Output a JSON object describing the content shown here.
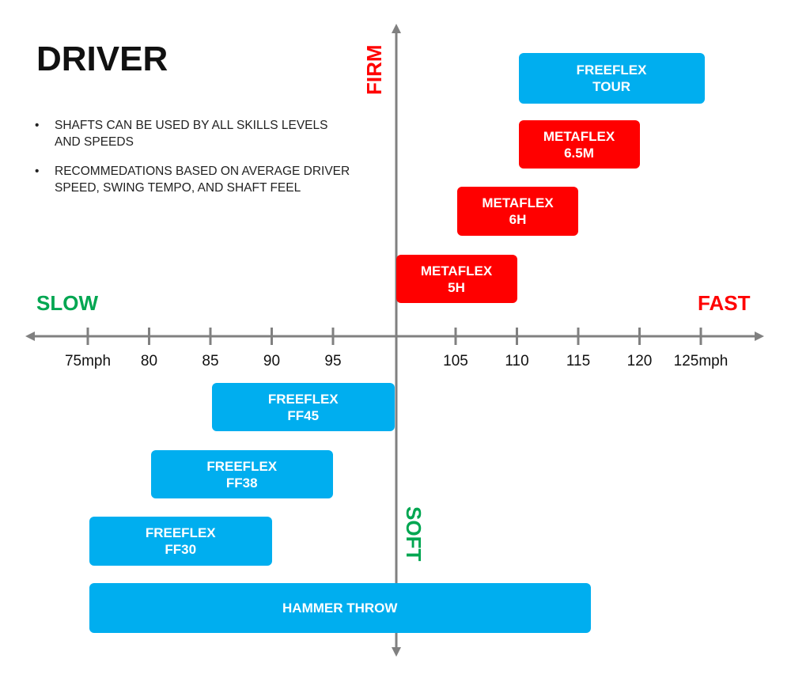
{
  "title": "DRIVER",
  "notes": [
    {
      "bullet": "•",
      "text": "SHAFTS CAN BE USED BY ALL SKILLS LEVELS AND SPEEDS"
    },
    {
      "bullet": "•",
      "text": "RECOMMEDATIONS BASED ON AVERAGE DRIVER SPEED, SWING TEMPO, AND SHAFT FEEL"
    }
  ],
  "axis_words": {
    "slow": "SLOW",
    "fast": "FAST",
    "firm": "FIRM",
    "soft": "SOFT"
  },
  "colors": {
    "blue": "#00AEEF",
    "red": "#FF0000",
    "slow_green": "#00A651",
    "firm_red": "#FF0000",
    "soft_green": "#00A651",
    "axis": "#808080"
  },
  "ticks": [
    {
      "value": 75,
      "label": "75mph"
    },
    {
      "value": 80,
      "label": "80"
    },
    {
      "value": 85,
      "label": "85"
    },
    {
      "value": 90,
      "label": "90"
    },
    {
      "value": 95,
      "label": "95"
    },
    {
      "value": 105,
      "label": "105"
    },
    {
      "value": 110,
      "label": "110"
    },
    {
      "value": 115,
      "label": "115"
    },
    {
      "value": 120,
      "label": "120"
    },
    {
      "value": 125,
      "label": "125mph"
    }
  ],
  "shafts": [
    {
      "id": "freeflex-tour",
      "line1": "FREEFLEX",
      "line2": "TOUR",
      "color": "blue",
      "from": 110,
      "to": 125.3,
      "firmness": "firm"
    },
    {
      "id": "metaflex-65m",
      "line1": "METAFLEX",
      "line2": "6.5M",
      "color": "red",
      "from": 110,
      "to": 120,
      "firmness": "firm"
    },
    {
      "id": "metaflex-6h",
      "line1": "METAFLEX",
      "line2": "6H",
      "color": "red",
      "from": 105,
      "to": 115,
      "firmness": "firm"
    },
    {
      "id": "metaflex-5h",
      "line1": "METAFLEX",
      "line2": "5H",
      "color": "red",
      "from": 100,
      "to": 110,
      "firmness": "firm"
    },
    {
      "id": "freeflex-ff45",
      "line1": "FREEFLEX",
      "line2": "FF45",
      "color": "blue",
      "from": 85,
      "to": 100,
      "firmness": "soft"
    },
    {
      "id": "freeflex-ff38",
      "line1": "FREEFLEX",
      "line2": "FF38",
      "color": "blue",
      "from": 80,
      "to": 95,
      "firmness": "soft"
    },
    {
      "id": "freeflex-ff30",
      "line1": "FREEFLEX",
      "line2": "FF30",
      "color": "blue",
      "from": 75,
      "to": 90,
      "firmness": "soft"
    },
    {
      "id": "hammer-throw",
      "line1": "HAMMER THROW",
      "line2": "",
      "color": "blue",
      "from": 75,
      "to": 116,
      "firmness": "soft"
    }
  ]
}
